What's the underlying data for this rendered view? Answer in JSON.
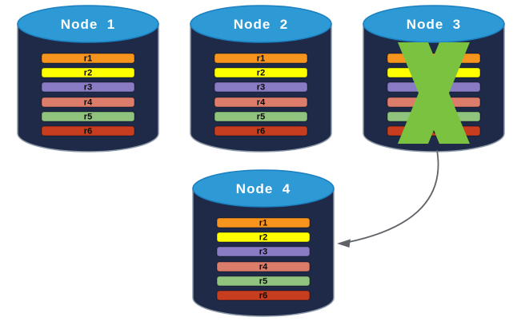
{
  "colors": {
    "background": "#FFFFFF",
    "cylinder_body": "#1F2A48",
    "cylinder_top": "#2E9AD5",
    "failure_x": "#7CC241",
    "arrow": "#5F6368"
  },
  "nodes": [
    {
      "label": "Node  1",
      "failed": false,
      "rows": [
        {
          "label": "r1",
          "color": "#F7941E"
        },
        {
          "label": "r2",
          "color": "#FFFF00"
        },
        {
          "label": "r3",
          "color": "#8A7CC4"
        },
        {
          "label": "r4",
          "color": "#DC7C6A"
        },
        {
          "label": "r5",
          "color": "#90C47E"
        },
        {
          "label": "r6",
          "color": "#C63D20"
        }
      ]
    },
    {
      "label": "Node  2",
      "failed": false,
      "rows": [
        {
          "label": "r1",
          "color": "#F7941E"
        },
        {
          "label": "r2",
          "color": "#FFFF00"
        },
        {
          "label": "r3",
          "color": "#8A7CC4"
        },
        {
          "label": "r4",
          "color": "#DC7C6A"
        },
        {
          "label": "r5",
          "color": "#90C47E"
        },
        {
          "label": "r6",
          "color": "#C63D20"
        }
      ]
    },
    {
      "label": "Node  3",
      "failed": true,
      "rows": [
        {
          "label": "r1",
          "color": "#F7941E"
        },
        {
          "label": "r2",
          "color": "#FFFF00"
        },
        {
          "label": "r3",
          "color": "#8A7CC4"
        },
        {
          "label": "r4",
          "color": "#DC7C6A"
        },
        {
          "label": "r5",
          "color": "#90C47E"
        },
        {
          "label": "r6",
          "color": "#C63D20"
        }
      ]
    },
    {
      "label": "Node  4",
      "failed": false,
      "rows": [
        {
          "label": "r1",
          "color": "#F7941E"
        },
        {
          "label": "r2",
          "color": "#FFFF00"
        },
        {
          "label": "r3",
          "color": "#8A7CC4"
        },
        {
          "label": "r4",
          "color": "#DC7C6A"
        },
        {
          "label": "r5",
          "color": "#90C47E"
        },
        {
          "label": "r6",
          "color": "#C63D20"
        }
      ]
    }
  ]
}
